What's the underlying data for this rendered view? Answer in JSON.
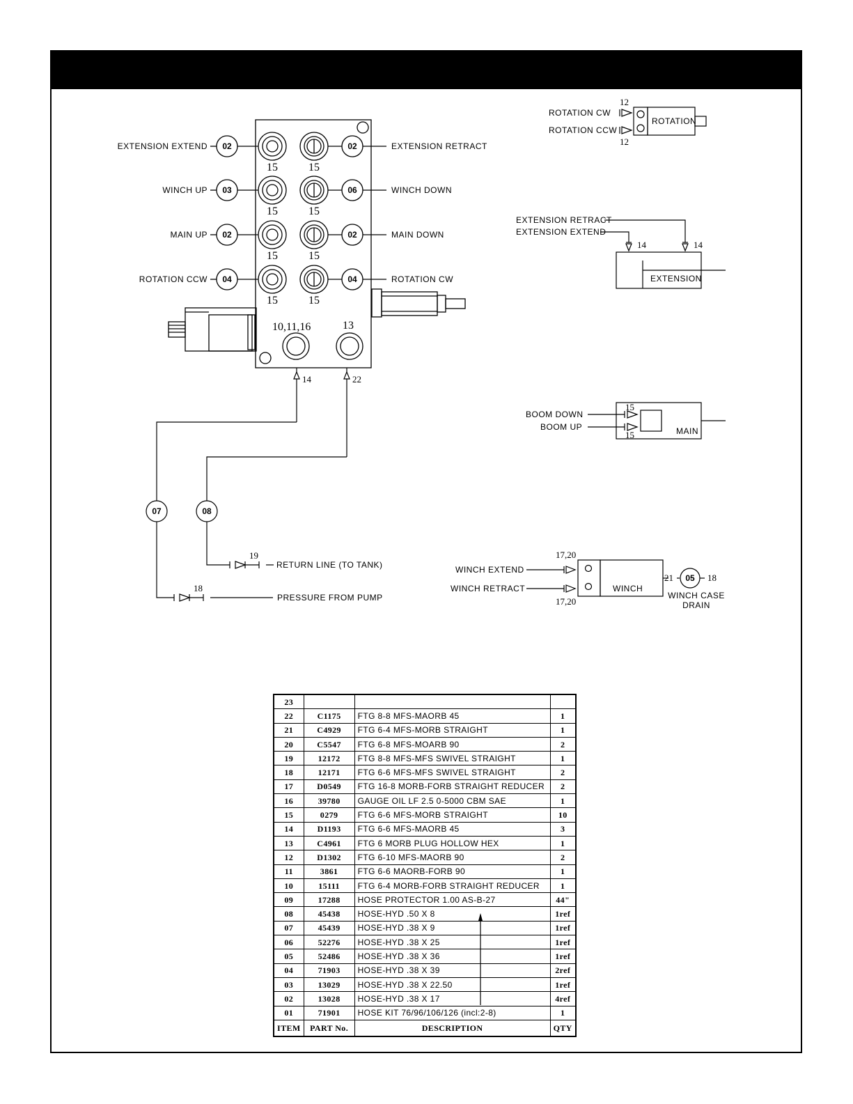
{
  "valve": {
    "left_labels": [
      "EXTENSION EXTEND",
      "WINCH UP",
      "MAIN UP",
      "ROTATION CCW"
    ],
    "right_labels": [
      "EXTENSION RETRACT",
      "WINCH DOWN",
      "MAIN DOWN",
      "ROTATION CW"
    ],
    "left_bubbles": [
      "02",
      "03",
      "02",
      "04"
    ],
    "right_bubbles": [
      "02",
      "06",
      "02",
      "04"
    ],
    "port_fitting": "15",
    "gauge_port": "10,11,16",
    "plug_port": "13",
    "bottom_fittings": [
      "14",
      "22"
    ],
    "hose_bubbles": [
      "07",
      "08"
    ],
    "return_fitting": "19",
    "return_label": "RETURN LINE (TO TANK)",
    "pressure_fitting": "18",
    "pressure_label": "PRESSURE FROM PUMP"
  },
  "rotation": {
    "cw_label": "ROTATION CW",
    "ccw_label": "ROTATION CCW",
    "fitting": "12",
    "box_label": "ROTATION"
  },
  "extension": {
    "retract_label": "EXTENSION RETRACT",
    "extend_label": "EXTENSION EXTEND",
    "fitting": "14",
    "box_label": "EXTENSION"
  },
  "main": {
    "down_label": "BOOM DOWN",
    "up_label": "BOOM UP",
    "fitting": "15",
    "box_label": "MAIN"
  },
  "winch": {
    "extend_label": "WINCH EXTEND",
    "retract_label": "WINCH RETRACT",
    "fitting": "17,20",
    "box_label": "WINCH",
    "drain_left": "21",
    "drain_bubble": "05",
    "drain_right": "18",
    "drain_label_1": "WINCH CASE",
    "drain_label_2": "DRAIN"
  },
  "parts": {
    "rows": [
      {
        "item": "23",
        "part": "",
        "desc": "",
        "qty": ""
      },
      {
        "item": "22",
        "part": "C1175",
        "desc": "FTG 8-8 MFS-MAORB 45",
        "qty": "1"
      },
      {
        "item": "21",
        "part": "C4929",
        "desc": "FTG 6-4 MFS-MORB STRAIGHT",
        "qty": "1"
      },
      {
        "item": "20",
        "part": "C5547",
        "desc": "FTG 6-8 MFS-MOARB 90",
        "qty": "2"
      },
      {
        "item": "19",
        "part": "12172",
        "desc": "FTG 8-8 MFS-MFS SWIVEL STRAIGHT",
        "qty": "1"
      },
      {
        "item": "18",
        "part": "12171",
        "desc": "FTG 6-6 MFS-MFS SWIVEL STRAIGHT",
        "qty": "2"
      },
      {
        "item": "17",
        "part": "D0549",
        "desc": "FTG 16-8 MORB-FORB STRAIGHT REDUCER",
        "qty": "2"
      },
      {
        "item": "16",
        "part": "39780",
        "desc": "GAUGE OIL LF 2.5 0-5000 CBM SAE",
        "qty": "1"
      },
      {
        "item": "15",
        "part": "0279",
        "desc": "FTG 6-6 MFS-MORB STRAIGHT",
        "qty": "10"
      },
      {
        "item": "14",
        "part": "D1193",
        "desc": "FTG 6-6 MFS-MAORB 45",
        "qty": "3"
      },
      {
        "item": "13",
        "part": "C4961",
        "desc": "FTG 6 MORB PLUG HOLLOW HEX",
        "qty": "1"
      },
      {
        "item": "12",
        "part": "D1302",
        "desc": "FTG 6-10 MFS-MAORB 90",
        "qty": "2"
      },
      {
        "item": "11",
        "part": "3861",
        "desc": "FTG 6-6 MAORB-FORB 90",
        "qty": "1"
      },
      {
        "item": "10",
        "part": "15111",
        "desc": "FTG 6-4 MORB-FORB STRAIGHT REDUCER",
        "qty": "1"
      },
      {
        "item": "09",
        "part": "17288",
        "desc": "HOSE PROTECTOR 1.00 AS-B-27",
        "qty": "44\""
      },
      {
        "item": "08",
        "part": "45438",
        "desc": "HOSE-HYD .50 X 8",
        "qty": "1ref"
      },
      {
        "item": "07",
        "part": "45439",
        "desc": "HOSE-HYD .38 X 9",
        "qty": "1ref"
      },
      {
        "item": "06",
        "part": "52276",
        "desc": "HOSE-HYD .38 X 25",
        "qty": "1ref"
      },
      {
        "item": "05",
        "part": "52486",
        "desc": "HOSE-HYD .38 X 36",
        "qty": "1ref"
      },
      {
        "item": "04",
        "part": "71903",
        "desc": "HOSE-HYD .38 X 39",
        "qty": "2ref"
      },
      {
        "item": "03",
        "part": "13029",
        "desc": "HOSE-HYD .38 X 22.50",
        "qty": "1ref"
      },
      {
        "item": "02",
        "part": "13028",
        "desc": "HOSE-HYD .38 X 17",
        "qty": "4ref"
      },
      {
        "item": "01",
        "part": "71901",
        "desc": "HOSE KIT 76/96/106/126 (incl:2-8)",
        "qty": "1"
      }
    ],
    "header": {
      "item": "ITEM",
      "part": "PART No.",
      "desc": "DESCRIPTION",
      "qty": "QTY"
    }
  }
}
